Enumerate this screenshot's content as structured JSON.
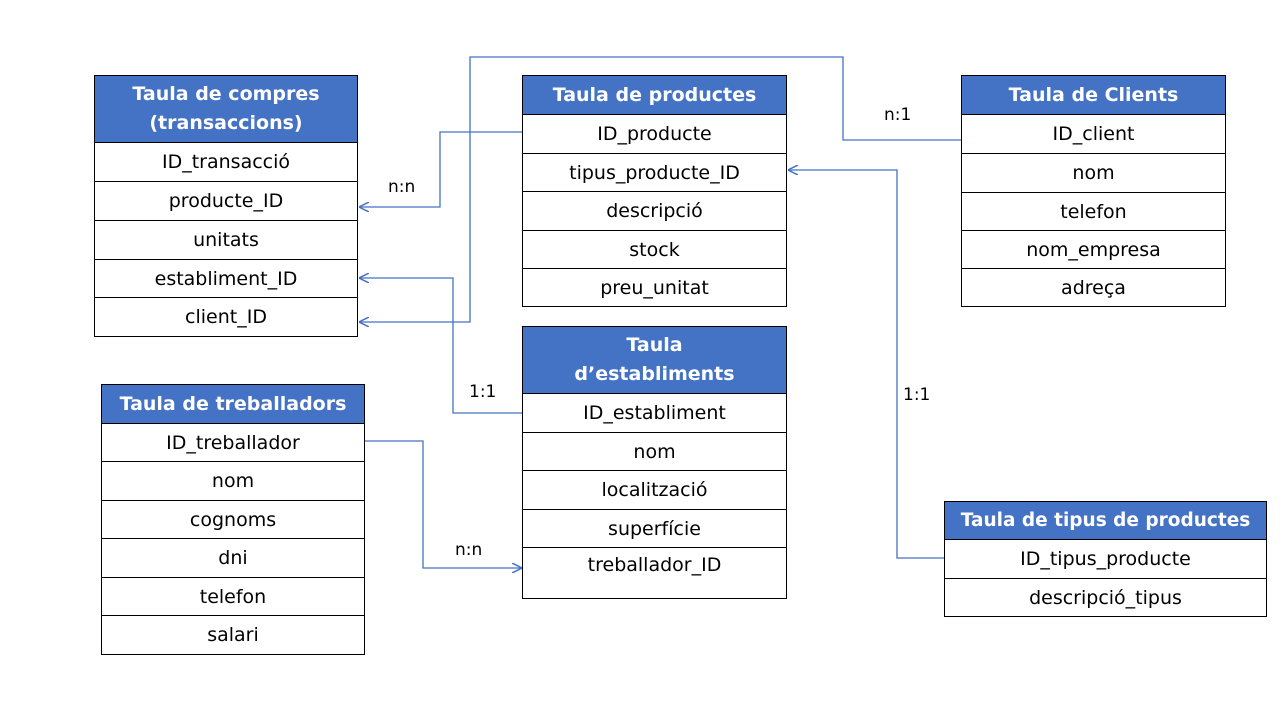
{
  "colors": {
    "header_bg": "#4472C4",
    "header_text": "#ffffff",
    "connector": "#4472C4"
  },
  "tables": {
    "compres": {
      "title": "Taula de compres (transaccions)",
      "rows": [
        "ID_transacció",
        "producte_ID",
        "unitats",
        "establiment_ID",
        "client_ID"
      ]
    },
    "productes": {
      "title": "Taula de productes",
      "rows": [
        "ID_producte",
        "tipus_producte_ID",
        "descripció",
        "stock",
        "preu_unitat"
      ]
    },
    "clients": {
      "title": "Taula de Clients",
      "rows": [
        "ID_client",
        "nom",
        "telefon",
        "nom_empresa",
        "adreça"
      ]
    },
    "treballadors": {
      "title": "Taula de treballadors",
      "rows": [
        "ID_treballador",
        "nom",
        "cognoms",
        "dni",
        "telefon",
        "salari"
      ]
    },
    "establiments": {
      "title": "Taula d’establiments",
      "rows": [
        "ID_establiment",
        "nom",
        "localització",
        "superfície",
        "treballador_ID"
      ]
    },
    "tipus": {
      "title": "Taula de tipus de productes",
      "rows": [
        "ID_tipus_producte",
        "descripció_tipus"
      ]
    }
  },
  "relationships": {
    "productes_compres": "n:n",
    "clients_compres": "n:1",
    "establiments_compres": "1:1",
    "tipus_productes": "1:1",
    "treballadors_establiments": "n:n"
  }
}
